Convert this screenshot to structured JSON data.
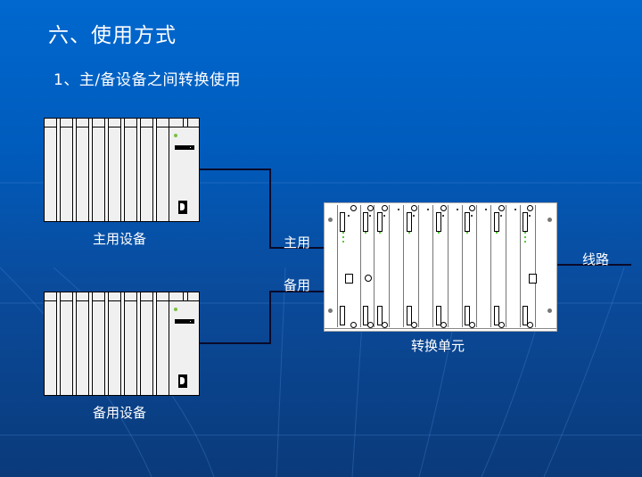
{
  "slide": {
    "title": "六、使用方式",
    "subtitle": "1、主/备设备之间转换使用"
  },
  "diagram": {
    "primary_device": {
      "label": "主用设备",
      "slots": 8
    },
    "backup_device": {
      "label": "备用设备",
      "slots": 8
    },
    "primary_link_label": "主用",
    "backup_link_label": "备用",
    "switch_unit": {
      "label": "转换单元"
    },
    "line_label": "线路",
    "colors": {
      "background_top": "#0068cf",
      "background_bottom": "#0a3a7a",
      "device_fill": "#f0f0f0",
      "wire": "#0a0a2a",
      "led": "#7ac142"
    }
  }
}
